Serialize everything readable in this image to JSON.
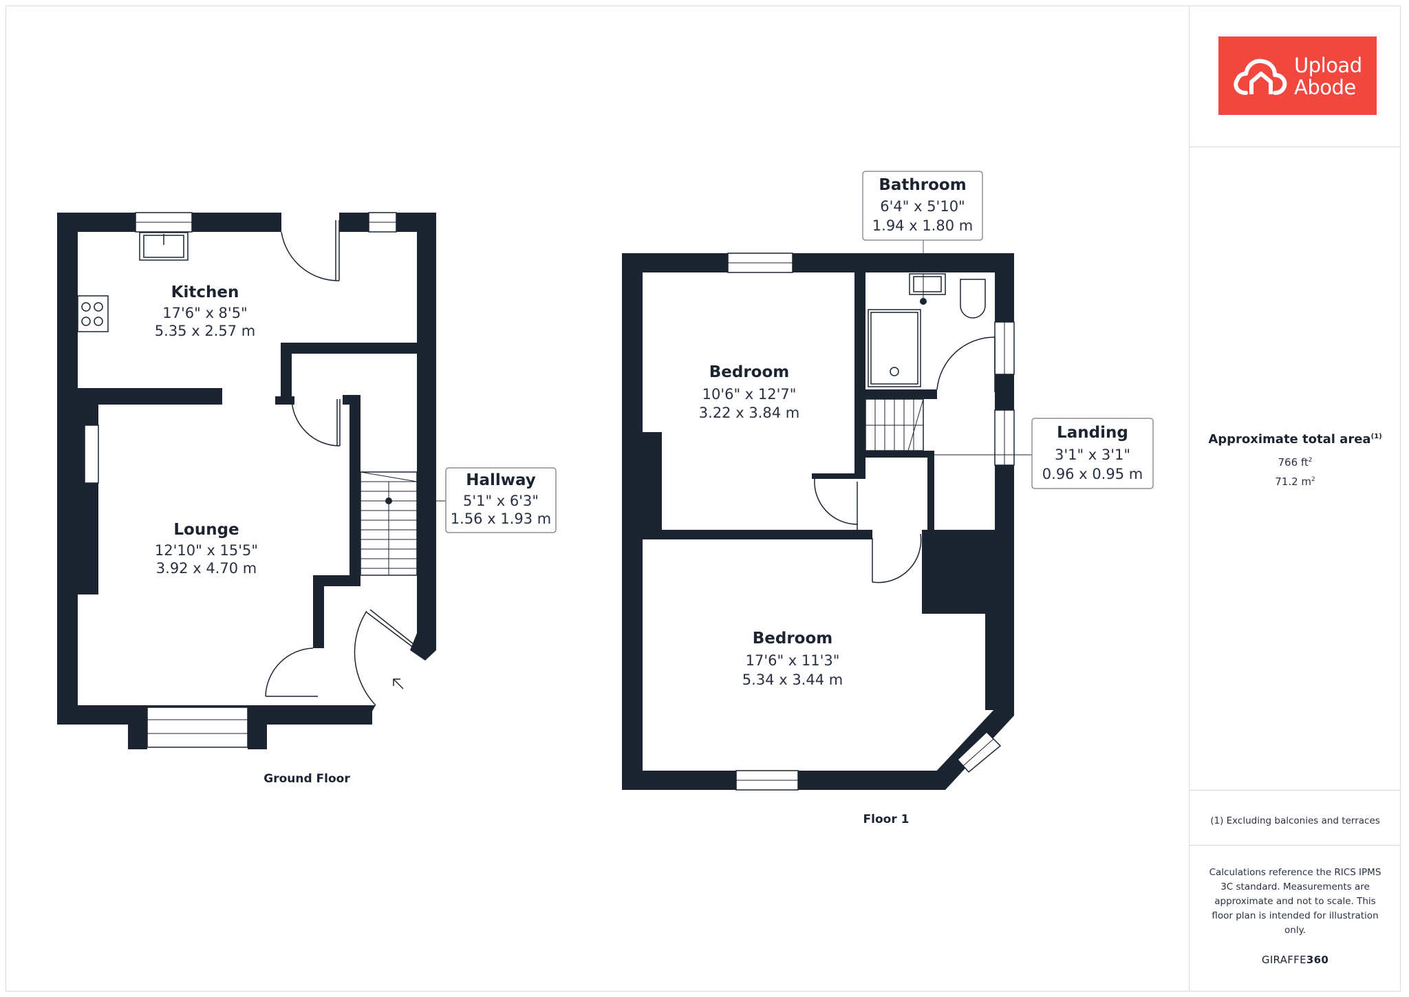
{
  "brand_logo": {
    "line1": "Upload",
    "line2": "Abode",
    "color": "#f2473f"
  },
  "wall_color": "#1c2431",
  "rooms": {
    "kitchen": {
      "name": "Kitchen",
      "imperial": "17'6\" x 8'5\"",
      "metric": "5.35 x 2.57 m"
    },
    "lounge": {
      "name": "Lounge",
      "imperial": "12'10\" x 15'5\"",
      "metric": "3.92 x 4.70 m"
    },
    "hallway": {
      "name": "Hallway",
      "imperial": "5'1\" x 6'3\"",
      "metric": "1.56 x 1.93 m"
    },
    "bathroom": {
      "name": "Bathroom",
      "imperial": "6'4\" x 5'10\"",
      "metric": "1.94 x 1.80 m"
    },
    "bedroom_1": {
      "name": "Bedroom",
      "imperial": "10'6\" x 12'7\"",
      "metric": "3.22 x 3.84 m"
    },
    "landing": {
      "name": "Landing",
      "imperial": "3'1\" x 3'1\"",
      "metric": "0.96 x 0.95 m"
    },
    "bedroom_2": {
      "name": "Bedroom",
      "imperial": "17'6\" x 11'3\"",
      "metric": "5.34 x 3.44 m"
    }
  },
  "floors": {
    "ground": "Ground Floor",
    "first": "Floor 1"
  },
  "area": {
    "title": "Approximate total area",
    "title_note": "(1)",
    "sqft_value": "766 ft",
    "sqm_value": "71.2 m",
    "unit_superscript": "2"
  },
  "footnote": "(1) Excluding balconies and terraces",
  "disclaimer": "Calculations reference the RICS IPMS 3C standard. Measurements are approximate and not to scale. This floor plan is intended for illustration only.",
  "brand": {
    "prefix": "GIRAFFE",
    "suffix": "360"
  }
}
